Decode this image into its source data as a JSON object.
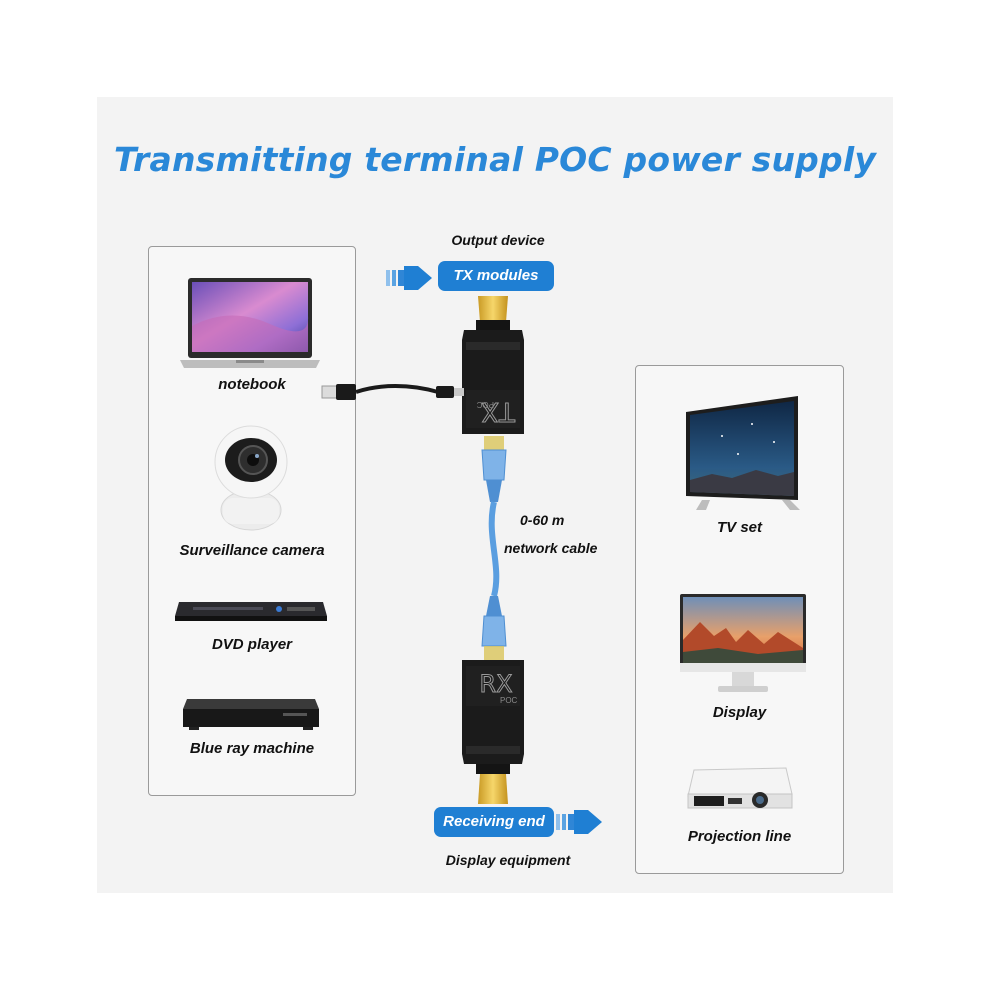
{
  "title": "Transmitting terminal POC power supply",
  "colors": {
    "accent": "#1f7fd3",
    "title": "#2a88d8",
    "cable": "#5a9ee0"
  },
  "top": {
    "output_label": "Output device",
    "tx_pill": "TX modules",
    "tx_module_text": "TX",
    "tx_module_sub": "POC"
  },
  "cable": {
    "length": "0-60 m",
    "label": "network cable"
  },
  "bottom": {
    "rx_pill": "Receiving end",
    "rx_label": "Display equipment",
    "rx_module_text": "RX",
    "rx_module_sub": "POC"
  },
  "sources": {
    "notebook": "notebook",
    "camera": "Surveillance camera",
    "dvd": "DVD player",
    "bluray": "Blue ray machine"
  },
  "displays": {
    "tv": "TV set",
    "display": "Display",
    "projector": "Projection line"
  }
}
